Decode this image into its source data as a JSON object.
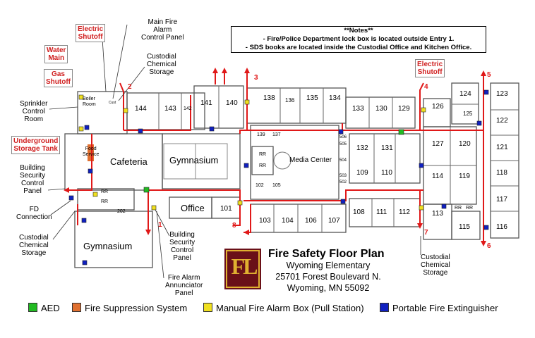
{
  "notes": {
    "header": "**Notes**",
    "line1": "- Fire/Police Department lock box is located outside Entry 1.",
    "line2": "- SDS books are located inside the Custodial Office and Kitchen Office."
  },
  "title_block": {
    "title": "Fire Safety Floor Plan",
    "school": "Wyoming Elementary",
    "address": "25701 Forest Boulevard N.",
    "city": "Wyoming, MN 55092",
    "logo_text": "FL"
  },
  "callouts": {
    "electric_shutoff_left": "Electric\nShutoff",
    "water_main": "Water\nMain",
    "gas_shutoff": "Gas\nShutoff",
    "underground_storage_tank": "Underground\nStorage Tank",
    "electric_shutoff_right": "Electric\nShutoff",
    "main_fire_alarm_panel": "Main Fire\nAlarm\nControl Panel",
    "custodial_storage_top": "Custodial\nChemical\nStorage",
    "sprinkler_room": "Sprinkler\nControl\nRoom",
    "building_security_left": "Building\nSecurity\nControl\nPanel",
    "fd_connection": "FD\nConnection",
    "custodial_storage_left": "Custodial\nChemical\nStorage",
    "building_security_bottom": "Building\nSecurity\nControl\nPanel",
    "fire_alarm_annunciator": "Fire Alarm\nAnnunciator\nPanel",
    "custodial_storage_bottom": "Custodial\nChemical\nStorage"
  },
  "rooms": {
    "boiler": "Boiler\nRoom",
    "cust": "Cust",
    "food": "Food\nService",
    "cafeteria": "Cafeteria",
    "gymnasium_main": "Gymnasium",
    "gymnasium_lower": "Gymnasium",
    "office": "Office",
    "media": "Media Center",
    "rr": "RR",
    "r101": "101",
    "r102": "102",
    "r103": "103",
    "r104": "104",
    "r105": "105",
    "r106": "106",
    "r107": "107",
    "r108": "108",
    "r109": "109",
    "r110": "110",
    "r111": "111",
    "r112": "112",
    "r113": "113",
    "r114": "114",
    "r115": "115",
    "r116": "116",
    "r117": "117",
    "r118": "118",
    "r119": "119",
    "r120": "120",
    "r121": "121",
    "r122": "122",
    "r123": "123",
    "r124": "124",
    "r125": "125",
    "r126": "126",
    "r127": "127",
    "r129": "129",
    "r130": "130",
    "r131": "131",
    "r132": "132",
    "r133": "133",
    "r134": "134",
    "r135": "135",
    "r136": "136",
    "r137": "137",
    "r138": "138",
    "r139": "139",
    "r140": "140",
    "r141": "141",
    "r142": "142",
    "r143": "143",
    "r144": "144",
    "r202": "202",
    "r502": "502",
    "r503": "503",
    "r504": "504",
    "r505": "505",
    "r506": "506"
  },
  "exits": [
    "1",
    "2",
    "3",
    "4",
    "5",
    "6",
    "7",
    "8"
  ],
  "legend": {
    "aed": {
      "label": "AED",
      "color": "#22bb22"
    },
    "suppression": {
      "label": "Fire Suppression System",
      "color": "#e07030"
    },
    "pull_station": {
      "label": "Manual Fire Alarm Box (Pull Station)",
      "color": "#f0e020"
    },
    "extinguisher": {
      "label": "Portable Fire Extinguisher",
      "color": "#1020c0"
    }
  },
  "colors": {
    "route": "#e01818",
    "wall": "#555555",
    "callout_red": "#d02020"
  }
}
